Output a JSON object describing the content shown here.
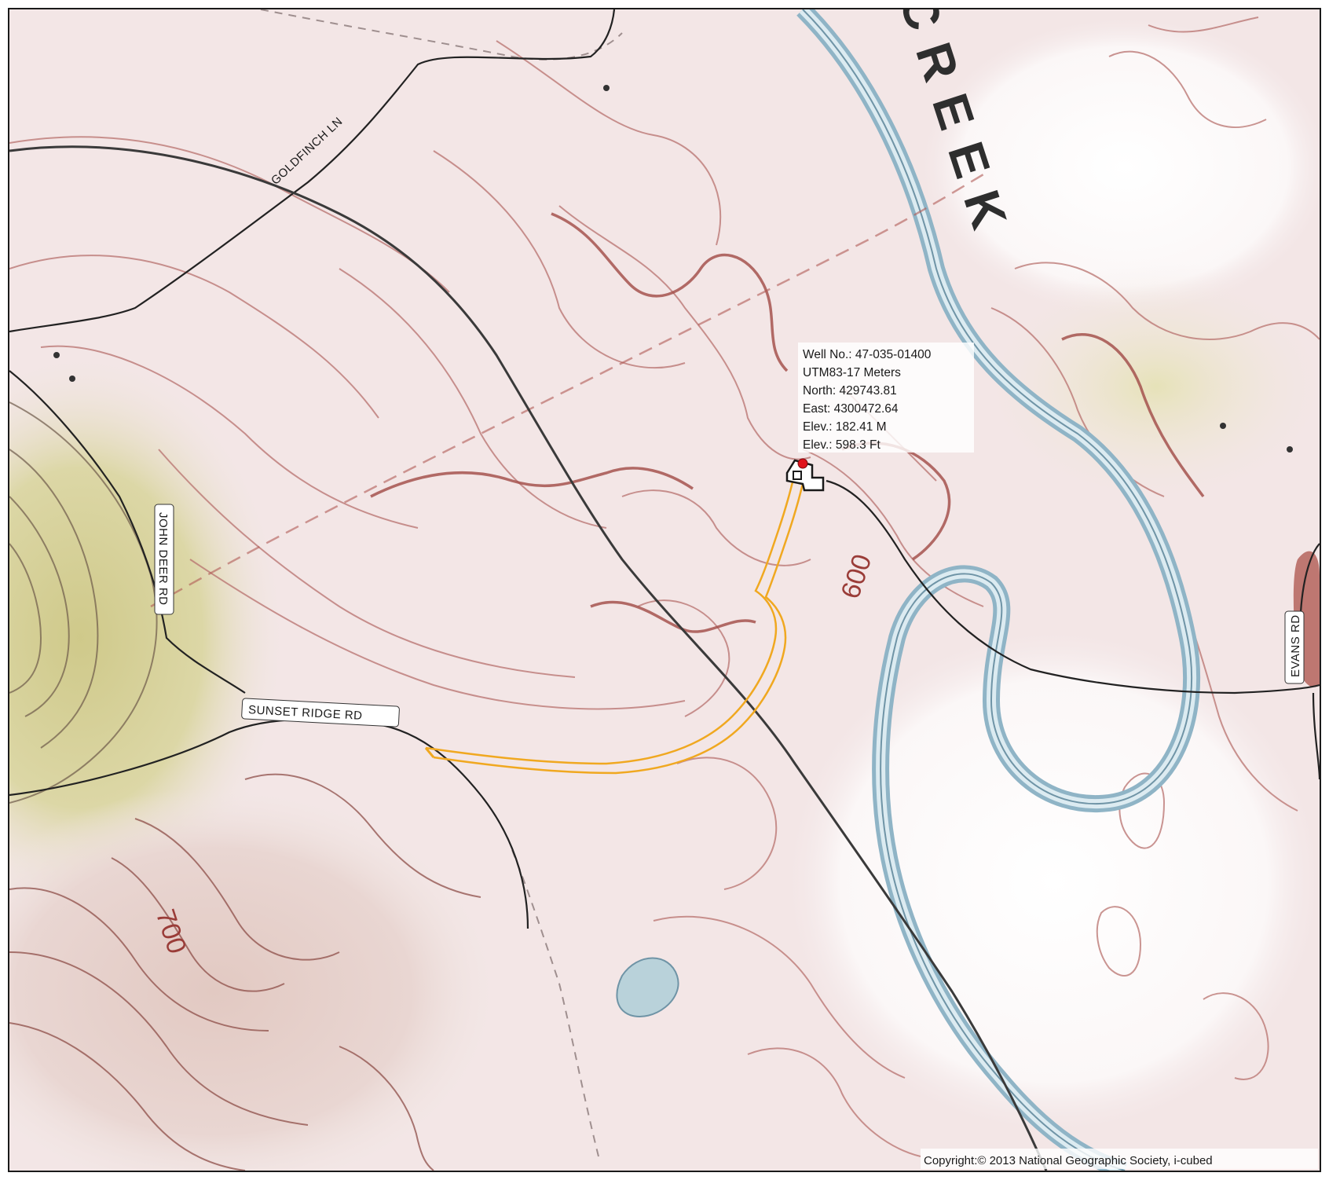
{
  "roads": {
    "goldfinch": "GOLDFINCH LN",
    "john_deer": "JOHN DEER RD",
    "sunset_ridge": "SUNSET RIDGE RD",
    "evans": "EVANS RD"
  },
  "water": {
    "creek_label": "CREEK"
  },
  "contours": {
    "label_600": "600",
    "label_700": "700"
  },
  "well_info": {
    "line1": "Well No.: 47-035-01400",
    "line2": "UTM83-17 Meters",
    "line3": "North: 429743.81",
    "line4": "East: 4300472.64",
    "line5": "Elev.: 182.41 M",
    "line6": "Elev.: 598.3 Ft"
  },
  "copyright": "Copyright:© 2013 National Geographic Society, i-cubed",
  "colors": {
    "access_road": "#f0a820",
    "well_marker": "#e0141c",
    "creek": "#8fb4c6",
    "contour": "#b8716e",
    "road": "#222222"
  }
}
